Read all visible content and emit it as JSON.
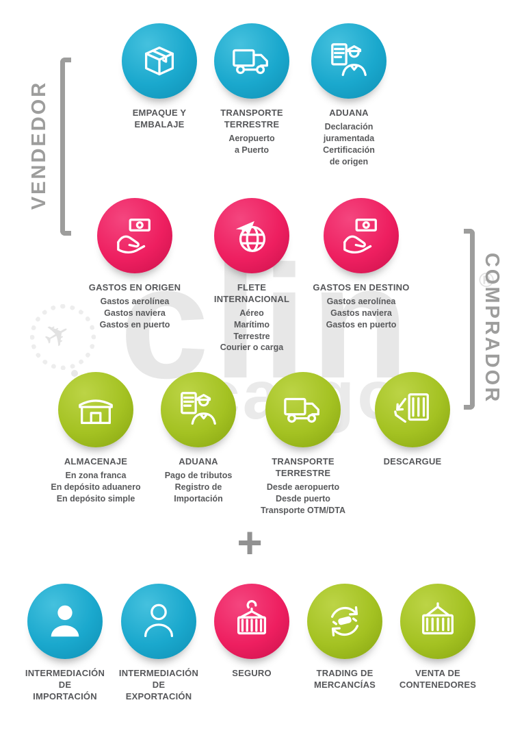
{
  "page": {
    "vendedor_label": "VENDEDOR",
    "comprador_label": "COMPRADOR",
    "plus_sign": "+"
  },
  "watermark": {
    "main": "clin",
    "sub": "cargo",
    "registered": "®",
    "plane": "✈"
  },
  "colors": {
    "cyan": "#1aa8cd",
    "pink": "#ee1f60",
    "green": "#a4c222",
    "label_text": "#58595b",
    "bracket_gray": "#9d9d9c",
    "watermark_gray": "#e7e7e7"
  },
  "row1": [
    {
      "icon": "package-icon",
      "title": "EMPAQUE Y\nEMBALAJE",
      "subtitle": ""
    },
    {
      "icon": "truck-icon",
      "title": "TRANSPORTE\nTERRESTRE",
      "subtitle": "Aeropuerto\na Puerto"
    },
    {
      "icon": "customs-officer-icon",
      "title": "ADUANA",
      "subtitle": "Declaración\njuramentada\nCertificación\nde origen"
    }
  ],
  "row2": [
    {
      "icon": "money-hand-icon",
      "title": "GASTOS EN ORIGEN",
      "subtitle": "Gastos aerolínea\nGastos naviera\nGastos en puerto"
    },
    {
      "icon": "globe-plane-icon",
      "title": "FLETE\nINTERNACIONAL",
      "subtitle": "Aéreo\nMarítimo\nTerrestre\nCourier o carga"
    },
    {
      "icon": "money-hand-icon",
      "title": "GASTOS EN DESTINO",
      "subtitle": "Gastos aerolínea\nGastos naviera\nGastos en puerto"
    }
  ],
  "row3": [
    {
      "icon": "warehouse-icon",
      "title": "ALMACENAJE",
      "subtitle": "En zona franca\nEn depósito aduanero\nEn depósito simple"
    },
    {
      "icon": "customs-officer-icon",
      "title": "ADUANA",
      "subtitle": "Pago de tributos\nRegistro de\nImportación"
    },
    {
      "icon": "truck-icon",
      "title": "TRANSPORTE\nTERRESTRE",
      "subtitle": "Desde aeropuerto\nDesde puerto\nTransporte OTM/DTA"
    },
    {
      "icon": "unload-container-icon",
      "title": "DESCARGUE",
      "subtitle": ""
    }
  ],
  "row4": [
    {
      "icon": "person-filled-icon",
      "title": "INTERMEDIACIÓN\nDE\nIMPORTACIÓN",
      "subtitle": ""
    },
    {
      "icon": "person-outline-icon",
      "title": "INTERMEDIACIÓN\nDE\nEXPORTACIÓN",
      "subtitle": ""
    },
    {
      "icon": "insured-container-icon",
      "title": "SEGURO",
      "subtitle": ""
    },
    {
      "icon": "trading-icon",
      "title": "TRADING DE\nMERCANCÍAS",
      "subtitle": ""
    },
    {
      "icon": "container-sale-icon",
      "title": "VENTA DE\nCONTENEDORES",
      "subtitle": ""
    }
  ]
}
